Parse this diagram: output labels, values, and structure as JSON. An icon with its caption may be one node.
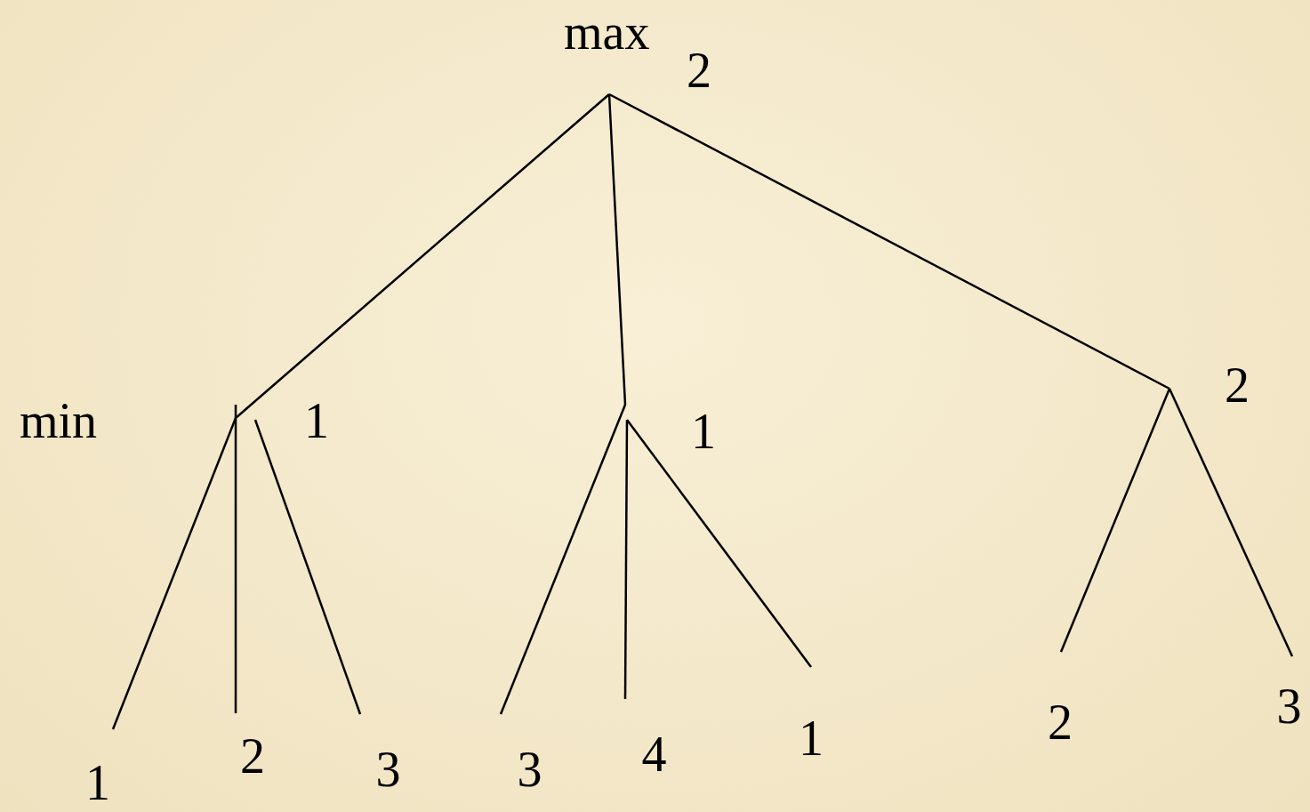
{
  "diagram": {
    "nodes": [
      {
        "text": [
          "2"
        ]
      },
      {
        "text": [
          "1"
        ]
      },
      {
        "text": [
          "1"
        ]
      },
      {
        "text": [
          "2"
        ]
      },
      {
        "text": [
          "1"
        ]
      },
      {
        "text": [
          "2"
        ]
      },
      {
        "text": [
          "3"
        ]
      },
      {
        "text": [
          "3"
        ]
      },
      {
        "text": [
          "4"
        ]
      },
      {
        "text": [
          "1"
        ]
      },
      {
        "text": [
          "2"
        ]
      },
      {
        "text": [
          "3"
        ]
      }
    ],
    "edges": [
      {
        "from": 0,
        "to": 1,
        "arrow": "none"
      },
      {
        "from": 0,
        "to": 2,
        "arrow": "none"
      },
      {
        "from": 0,
        "to": 3,
        "arrow": "none"
      },
      {
        "from": 1,
        "to": 4,
        "arrow": "none"
      },
      {
        "from": 1,
        "to": 5,
        "arrow": "none"
      },
      {
        "from": 1,
        "to": 6,
        "arrow": "none"
      },
      {
        "from": 2,
        "to": 7,
        "arrow": "none"
      },
      {
        "from": 2,
        "to": 8,
        "arrow": "none"
      },
      {
        "from": 2,
        "to": 9,
        "arrow": "none"
      },
      {
        "from": 3,
        "to": 10,
        "arrow": "none"
      },
      {
        "from": 3,
        "to": 11,
        "arrow": "none"
      }
    ],
    "labels": [
      "max",
      "min"
    ]
  }
}
